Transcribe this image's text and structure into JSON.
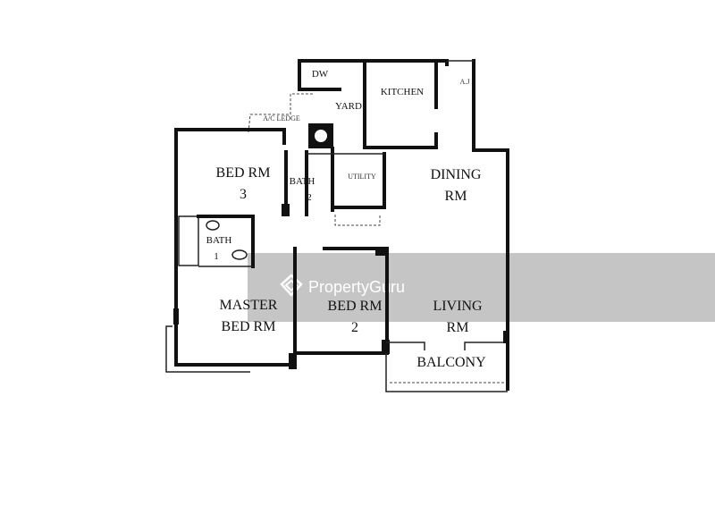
{
  "floorplan": {
    "rooms": {
      "dw": "DW",
      "yard": "YARD",
      "kitchen": "KITCHEN",
      "ac_ledge": "A/C LEDGE",
      "aj": "A.J",
      "bed3_line1": "BED RM",
      "bed3_line2": "3",
      "bath2_line1": "BATH",
      "bath2_line2": "2",
      "utility": "UTILITY",
      "dining_line1": "DINING",
      "dining_line2": "RM",
      "bath1_line1": "BATH",
      "bath1_line2": "1",
      "master_line1": "MASTER",
      "master_line2": "BED RM",
      "bed2_line1": "BED RM",
      "bed2_line2": "2",
      "living_line1": "LIVING",
      "living_line2": "RM",
      "balcony": "BALCONY"
    }
  },
  "watermark": {
    "text": "PropertyGuru"
  }
}
